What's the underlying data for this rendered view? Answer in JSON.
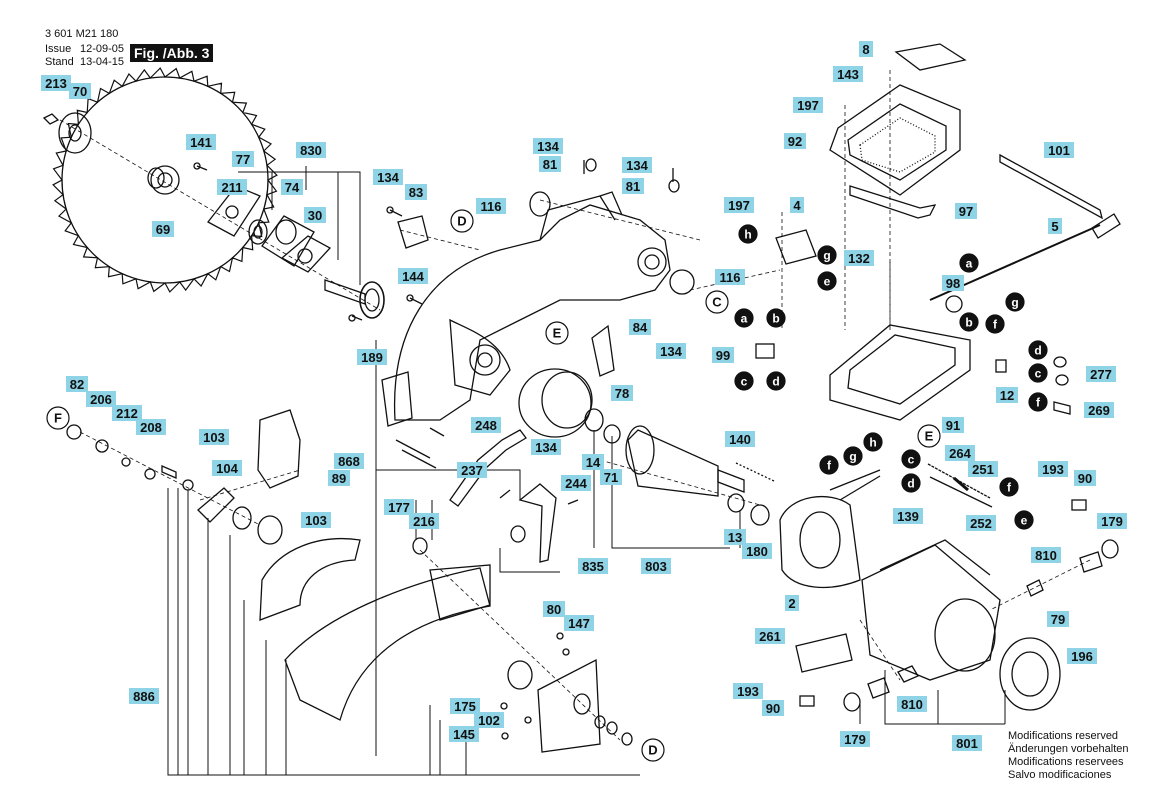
{
  "header": {
    "doc_number": "3 601 M21 180",
    "issue_label": "Issue",
    "issue_value": "12-09-05",
    "stand_label": "Stand",
    "stand_value": "13-04-15",
    "figure": "Fig. /Abb. 3"
  },
  "footer_notes": [
    "Modifications reserved",
    "Änderungen vorbehalten",
    "Modifications reservees",
    "Salvo modificaciones"
  ],
  "colors": {
    "label_bg": "#8fd3e6",
    "line": "#111111",
    "dot": "#111111"
  },
  "labels": [
    {
      "id": "l213",
      "text": "213"
    },
    {
      "id": "l70",
      "text": "70"
    },
    {
      "id": "l141",
      "text": "141"
    },
    {
      "id": "l77",
      "text": "77"
    },
    {
      "id": "l830",
      "text": "830"
    },
    {
      "id": "l211",
      "text": "211"
    },
    {
      "id": "l74",
      "text": "74"
    },
    {
      "id": "l69",
      "text": "69"
    },
    {
      "id": "l30",
      "text": "30"
    },
    {
      "id": "l134a",
      "text": "134"
    },
    {
      "id": "l83",
      "text": "83"
    },
    {
      "id": "l144",
      "text": "144"
    },
    {
      "id": "l189",
      "text": "189"
    },
    {
      "id": "l116a",
      "text": "116"
    },
    {
      "id": "l134b",
      "text": "134"
    },
    {
      "id": "l81a",
      "text": "81"
    },
    {
      "id": "l134c",
      "text": "134"
    },
    {
      "id": "l81b",
      "text": "81"
    },
    {
      "id": "l116b",
      "text": "116"
    },
    {
      "id": "l84",
      "text": "84"
    },
    {
      "id": "l134d",
      "text": "134"
    },
    {
      "id": "l78",
      "text": "78"
    },
    {
      "id": "l8",
      "text": "8"
    },
    {
      "id": "l143",
      "text": "143"
    },
    {
      "id": "l197a",
      "text": "197"
    },
    {
      "id": "l92",
      "text": "92"
    },
    {
      "id": "l97",
      "text": "97"
    },
    {
      "id": "l101",
      "text": "101"
    },
    {
      "id": "l197b",
      "text": "197"
    },
    {
      "id": "l4",
      "text": "4"
    },
    {
      "id": "l5",
      "text": "5"
    },
    {
      "id": "l132",
      "text": "132"
    },
    {
      "id": "l98",
      "text": "98"
    },
    {
      "id": "l99",
      "text": "99"
    },
    {
      "id": "l277",
      "text": "277"
    },
    {
      "id": "l12",
      "text": "12"
    },
    {
      "id": "l269",
      "text": "269"
    },
    {
      "id": "l91",
      "text": "91"
    },
    {
      "id": "l82",
      "text": "82"
    },
    {
      "id": "l206",
      "text": "206"
    },
    {
      "id": "l212",
      "text": "212"
    },
    {
      "id": "l208",
      "text": "208"
    },
    {
      "id": "l103a",
      "text": "103"
    },
    {
      "id": "l104",
      "text": "104"
    },
    {
      "id": "l89",
      "text": "89"
    },
    {
      "id": "l103b",
      "text": "103"
    },
    {
      "id": "l868",
      "text": "868"
    },
    {
      "id": "l248",
      "text": "248"
    },
    {
      "id": "l134e",
      "text": "134"
    },
    {
      "id": "l14",
      "text": "14"
    },
    {
      "id": "l71",
      "text": "71"
    },
    {
      "id": "l237",
      "text": "237"
    },
    {
      "id": "l244",
      "text": "244"
    },
    {
      "id": "l177",
      "text": "177"
    },
    {
      "id": "l216",
      "text": "216"
    },
    {
      "id": "l835",
      "text": "835"
    },
    {
      "id": "l803",
      "text": "803"
    },
    {
      "id": "l13",
      "text": "13"
    },
    {
      "id": "l180",
      "text": "180"
    },
    {
      "id": "l140",
      "text": "140"
    },
    {
      "id": "l264",
      "text": "264"
    },
    {
      "id": "l251",
      "text": "251"
    },
    {
      "id": "l252",
      "text": "252"
    },
    {
      "id": "l193a",
      "text": "193"
    },
    {
      "id": "l90a",
      "text": "90"
    },
    {
      "id": "l139",
      "text": "139"
    },
    {
      "id": "l179a",
      "text": "179"
    },
    {
      "id": "l2",
      "text": "2"
    },
    {
      "id": "l810a",
      "text": "810"
    },
    {
      "id": "l79",
      "text": "79"
    },
    {
      "id": "l261",
      "text": "261"
    },
    {
      "id": "l196",
      "text": "196"
    },
    {
      "id": "l80",
      "text": "80"
    },
    {
      "id": "l147",
      "text": "147"
    },
    {
      "id": "l886",
      "text": "886"
    },
    {
      "id": "l175",
      "text": "175"
    },
    {
      "id": "l102",
      "text": "102"
    },
    {
      "id": "l145",
      "text": "145"
    },
    {
      "id": "l193b",
      "text": "193"
    },
    {
      "id": "l90b",
      "text": "90"
    },
    {
      "id": "l810b",
      "text": "810"
    },
    {
      "id": "l179b",
      "text": "179"
    },
    {
      "id": "l801",
      "text": "801"
    }
  ],
  "refs": [
    {
      "id": "rD1",
      "text": "D",
      "style": "open"
    },
    {
      "id": "rE1",
      "text": "E",
      "style": "open"
    },
    {
      "id": "rC1",
      "text": "C",
      "style": "open"
    },
    {
      "id": "rF",
      "text": "F",
      "style": "open"
    },
    {
      "id": "rE2",
      "text": "E",
      "style": "open"
    },
    {
      "id": "rD2",
      "text": "D",
      "style": "open"
    },
    {
      "id": "rh1",
      "text": "h",
      "style": "filled"
    },
    {
      "id": "rg1",
      "text": "g",
      "style": "filled"
    },
    {
      "id": "re1",
      "text": "e",
      "style": "filled"
    },
    {
      "id": "ra1",
      "text": "a",
      "style": "filled"
    },
    {
      "id": "rb1",
      "text": "b",
      "style": "filled"
    },
    {
      "id": "ra2",
      "text": "a",
      "style": "filled"
    },
    {
      "id": "rb2",
      "text": "b",
      "style": "filled"
    },
    {
      "id": "rc1",
      "text": "c",
      "style": "filled"
    },
    {
      "id": "rd1",
      "text": "d",
      "style": "filled"
    },
    {
      "id": "rf1",
      "text": "f",
      "style": "filled"
    },
    {
      "id": "rg2",
      "text": "g",
      "style": "filled"
    },
    {
      "id": "rd2",
      "text": "d",
      "style": "filled"
    },
    {
      "id": "rc2",
      "text": "c",
      "style": "filled"
    },
    {
      "id": "rf2",
      "text": "f",
      "style": "filled"
    },
    {
      "id": "rf3",
      "text": "f",
      "style": "filled"
    },
    {
      "id": "rg3",
      "text": "g",
      "style": "filled"
    },
    {
      "id": "rh2",
      "text": "h",
      "style": "filled"
    },
    {
      "id": "rc3",
      "text": "c",
      "style": "filled"
    },
    {
      "id": "rd3",
      "text": "d",
      "style": "filled"
    },
    {
      "id": "rf4",
      "text": "f",
      "style": "filled"
    },
    {
      "id": "re2",
      "text": "e",
      "style": "filled"
    }
  ]
}
